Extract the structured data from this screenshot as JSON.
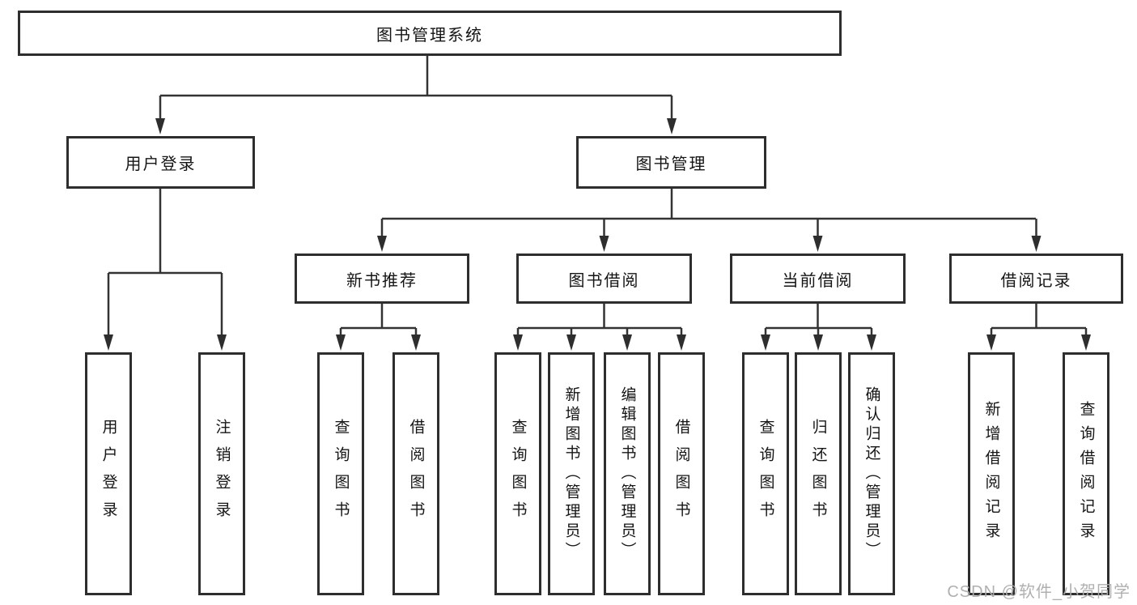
{
  "diagram": {
    "type": "hierarchy-tree",
    "colors": {
      "line": "#333333",
      "box_border": "#2e2e2e",
      "box_fill": "#ffffff",
      "text": "#151515",
      "watermark": "#acacac"
    },
    "tree": {
      "root": {
        "label": "图书管理系统",
        "children": [
          {
            "label": "用户登录",
            "children": [
              {
                "label": "用户登录"
              },
              {
                "label": "注销登录"
              }
            ]
          },
          {
            "label": "图书管理",
            "children": [
              {
                "label": "新书推荐",
                "children": [
                  {
                    "label": "查询图书"
                  },
                  {
                    "label": "借阅图书"
                  }
                ]
              },
              {
                "label": "图书借阅",
                "children": [
                  {
                    "label": "查询图书"
                  },
                  {
                    "label": "新增图书（管理员）"
                  },
                  {
                    "label": "编辑图书（管理员）"
                  },
                  {
                    "label": "借阅图书"
                  }
                ]
              },
              {
                "label": "当前借阅",
                "children": [
                  {
                    "label": "查询图书"
                  },
                  {
                    "label": "归还图书"
                  },
                  {
                    "label": "确认归还（管理员）"
                  }
                ]
              },
              {
                "label": "借阅记录",
                "children": [
                  {
                    "label": "新增借阅记录"
                  },
                  {
                    "label": "查询借阅记录"
                  }
                ]
              }
            ]
          }
        ]
      }
    },
    "watermark": "CSDN @软件_小贺同学"
  }
}
